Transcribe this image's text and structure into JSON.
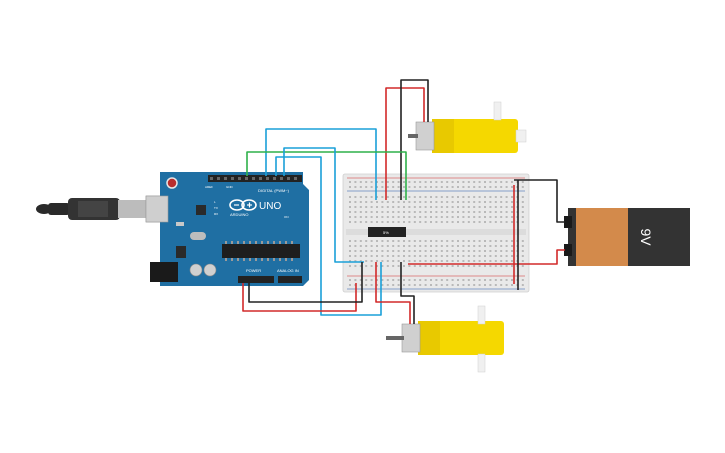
{
  "arduino": {
    "brand": "ARDUINO",
    "model": "UNO",
    "digital_label": "DIGITAL (PWM~)",
    "power_label": "POWER",
    "analog_label": "ANALOG IN",
    "aref_label": "AREF",
    "gnd_label": "GND",
    "tx_label": "TX",
    "rx_label": "RX",
    "on_label": "ON",
    "l_label": "L"
  },
  "ic": {
    "label": "5%"
  },
  "battery": {
    "label": "9V"
  },
  "colors": {
    "board": "#1f6fa3",
    "breadboard": "#e9e9e9",
    "wire_red": "#d22a2a",
    "wire_black": "#222222",
    "wire_blue": "#1aa0d8",
    "wire_green": "#2fb14a",
    "motor_yellow": "#f5d800",
    "battery_orange": "#d38a4b"
  }
}
